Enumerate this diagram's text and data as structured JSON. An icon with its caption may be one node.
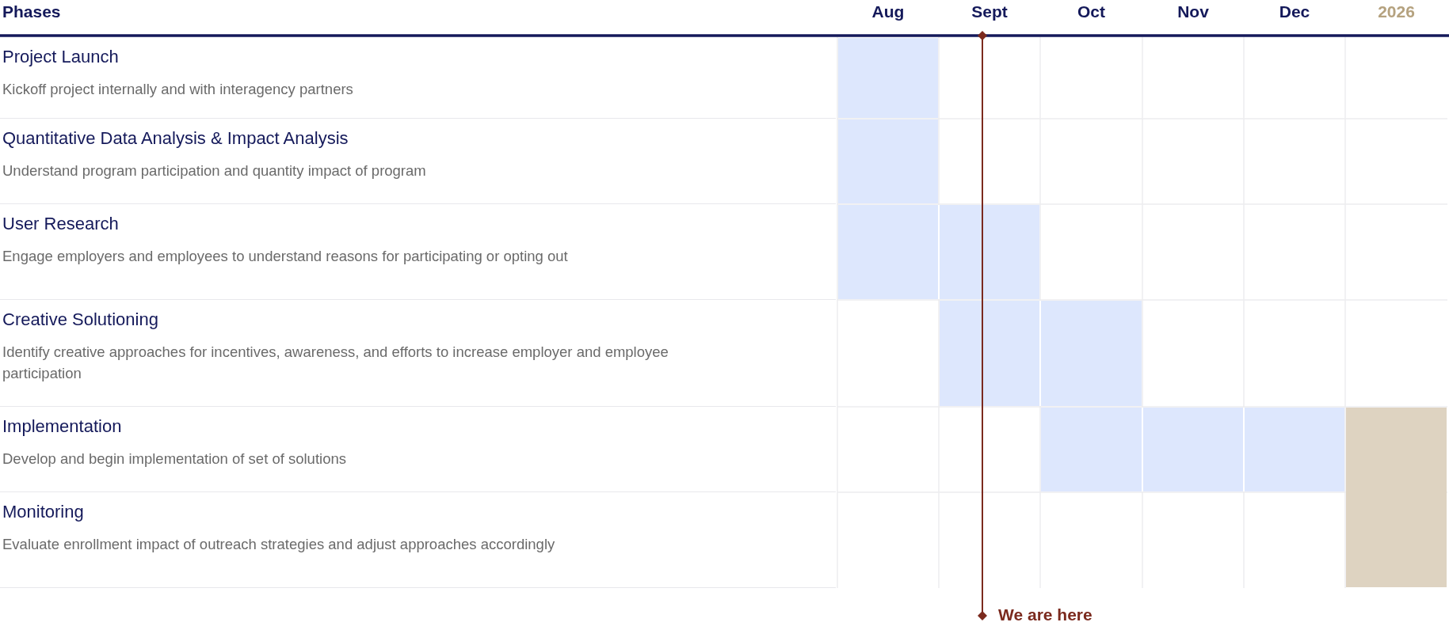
{
  "diagram": {
    "nodes": [
      {
        "text": [
          "Project Launch",
          "Kickoff project internally and with interagency partners"
        ]
      },
      {
        "text": [
          "Quantitative Data Analysis & Impact Analysis",
          "Understand program participation and quantity impact of program"
        ]
      },
      {
        "text": [
          "User Research",
          "Engage employers and employees to understand reasons for participating or opting out"
        ]
      },
      {
        "text": [
          "Creative Solutioning",
          "Identify creative approaches for incentives, awareness, and efforts to increase employer and employee participation"
        ]
      },
      {
        "text": [
          "Implementation",
          "Develop and begin implementation of set of solutions"
        ]
      },
      {
        "text": [
          "Monitoring",
          "Evaluate enrollment impact of outreach strategies and adjust approaches accordingly"
        ]
      },
      {
        "text": [],
        "shape": "bar"
      },
      {
        "text": [],
        "shape": "bar"
      },
      {
        "text": [],
        "shape": "bar"
      },
      {
        "text": [],
        "shape": "bar"
      },
      {
        "text": [],
        "shape": "bar"
      },
      {
        "text": [],
        "shape": "bar"
      }
    ],
    "labels": [
      "Phases",
      "Aug",
      "Sept",
      "Oct",
      "Nov",
      "Dec",
      "2026",
      "We are here"
    ]
  }
}
